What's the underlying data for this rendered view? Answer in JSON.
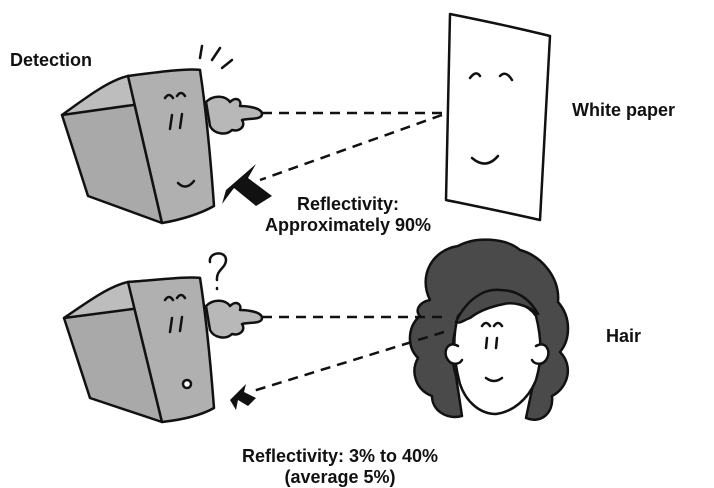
{
  "labels": {
    "detection": "Detection",
    "white_paper": "White paper",
    "hair": "Hair",
    "paper_reflectivity_line1": "Reflectivity:",
    "paper_reflectivity_line2": "Approximately 90%",
    "hair_reflectivity_line1": "Reflectivity: 3% to 40%",
    "hair_reflectivity_line2": "(average 5%)"
  },
  "colors": {
    "sensor_body": "#a9a9a9",
    "sensor_side": "#b8b8b8",
    "outline": "#111111",
    "hair": "#4a4a4a",
    "skin": "#ffffff",
    "paper": "#ffffff"
  }
}
